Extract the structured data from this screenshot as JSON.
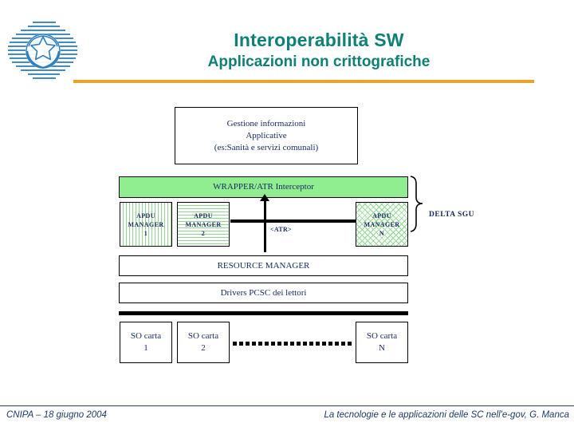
{
  "header": {
    "title_main": "Interoperabilità SW",
    "title_sub": "Applicazioni non crittografiche",
    "rule_color": "#e8a42a",
    "title_color": "#0e8074",
    "emblem_name": "italian-republic-emblem",
    "emblem_color": "#2f7fbf"
  },
  "diagram": {
    "gestione": {
      "line1": "Gestione informazioni",
      "line2": "Applicative",
      "line3": "(es:Sanità e servizi comunali)"
    },
    "wrapper": {
      "label": "WRAPPER/ATR Interceptor",
      "fill": "#90ee90"
    },
    "apdu_managers": [
      {
        "line1": "APDU",
        "line2": "MANAGER",
        "line3": "1",
        "pattern": "vertical-stripes"
      },
      {
        "line1": "APDU",
        "line2": "MANAGER",
        "line3": "2",
        "pattern": "horizontal-stripes"
      },
      {
        "line1": "APDU",
        "line2": "MANAGER",
        "line3": "N",
        "pattern": "crosshatch"
      }
    ],
    "atr_label": "<ATR>",
    "delta_label": "DELTA SGU",
    "resource_manager": "RESOURCE MANAGER",
    "drivers": "Drivers PCSC dei lettori",
    "so_carta": [
      {
        "line1": "SO carta",
        "line2": "1"
      },
      {
        "line1": "SO carta",
        "line2": "2"
      },
      {
        "line1": "SO carta",
        "line2": "N"
      }
    ]
  },
  "footer": {
    "left": "CNIPA – 18 giugno 2004",
    "right": "La tecnologie e le applicazioni delle SC nell'e-gov, G. Manca"
  }
}
